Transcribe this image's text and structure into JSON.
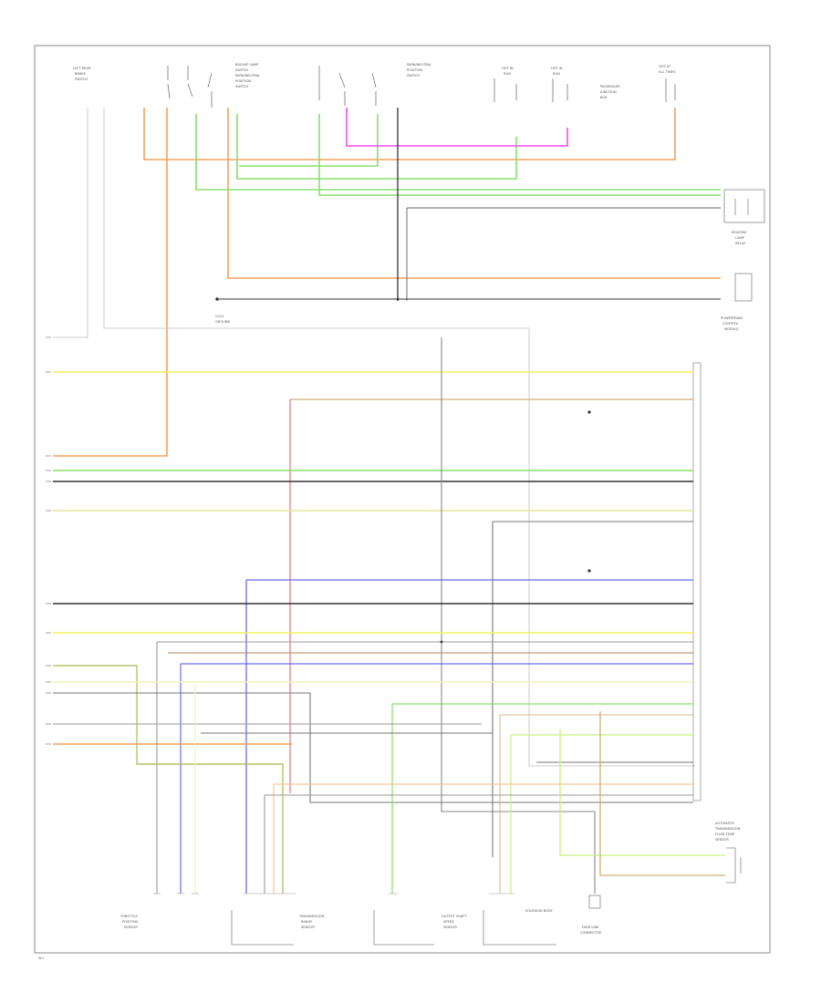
{
  "colors": {
    "orange": "#f5a15a",
    "green": "#86e06e",
    "magenta": "#f04cf0",
    "yellow": "#f2f25a",
    "lime": "#c8f07a",
    "black": "#333333",
    "gray": "#9a9a9a",
    "blue": "#6a6af2",
    "red": "#f07070",
    "tan": "#d8b890",
    "brown": "#b08a5a",
    "olive": "#b4c46a",
    "pale_yellow": "#f4f4b8",
    "frame": "#888888"
  },
  "labels": {
    "top_left_1": "LEFT REAR",
    "top_left_2": "BRAKE",
    "top_left_3": "SWITCH",
    "top_mid_1": "BACKUP LAMP",
    "top_mid_2": "SWITCH",
    "top_mid_3": "PARK/NEUTRAL",
    "top_mid_4": "POSITION",
    "top_mid_5": "SWITCH",
    "top_r1_1": "HOT IN",
    "top_r1_2": "RUN",
    "top_r2_1": "HOT IN",
    "top_r2_2": "RUN",
    "top_r3_1": "PASSENGER",
    "top_r3_2": "JUNCTION",
    "top_r3_3": "BOX",
    "top_r4_1": "HOT AT",
    "top_r4_2": "ALL TIMES",
    "right_1_1": "REVERSE",
    "right_1_2": "LAMP",
    "right_1_3": "RELAY",
    "right_2_1": "POWERTRAIN",
    "right_2_2": "CONTROL",
    "right_2_3": "MODULE",
    "right_3_1": "AUTOMATIC",
    "right_3_2": "TRANSMISSION",
    "right_3_3": "FLUID TEMP",
    "right_3_4": "SENSOR",
    "left_mid_1": "G101",
    "left_mid_2": "GROUND",
    "bottom_1_1": "THROTTLE",
    "bottom_1_2": "POSITION",
    "bottom_1_3": "SENSOR",
    "bottom_2_1": "TRANSMISSION",
    "bottom_2_2": "RANGE",
    "bottom_2_3": "SENSOR",
    "bottom_3_1": "OUTPUT SHAFT",
    "bottom_3_2": "SPEED",
    "bottom_3_3": "SENSOR",
    "bottom_4_1": "SOLENOID BODY",
    "bottom_5_1": "DATA LINK",
    "bottom_5_2": "CONNECTOR",
    "page_ref": "W:0"
  }
}
